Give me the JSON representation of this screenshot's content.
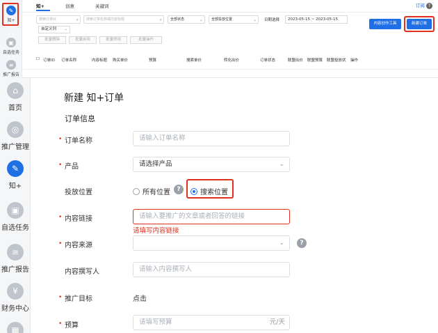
{
  "top": {
    "sidebar": [
      {
        "label": "知+",
        "icon": "pencil-icon",
        "active": true
      },
      {
        "label": "自选任务",
        "icon": "task-icon"
      },
      {
        "label": "推广报告",
        "icon": "report-icon"
      }
    ],
    "tabs": [
      "知+",
      "创意",
      "关键词"
    ],
    "help_label": "订阅",
    "help_glyph": "?",
    "filters": {
      "order_id_placeholder": "搜索订单id",
      "content_placeholder": "搜索订单名称或内容标题",
      "status": "全部状态",
      "position": "全部投放位置",
      "date_label": "日期选择",
      "date_range": "2023-05-15 ~ 2023-05-15",
      "custom_columns": "自定义列"
    },
    "buttons": {
      "content_tool": "内容创作工具",
      "new_order": "新建订单"
    },
    "batch_buttons": [
      "批量删除",
      "批量启用",
      "批量停用",
      "批量操作"
    ],
    "table_headers": [
      "订单ID",
      "订单名称",
      "内容标题",
      "购买单价",
      "预算",
      "搜索单价",
      "转化出价",
      "订单状态",
      "联盟出价",
      "联盟预算",
      "联盟投放状",
      "操作"
    ]
  },
  "sidebar": [
    {
      "label": "首页",
      "icon": "home-icon"
    },
    {
      "label": "推广管理",
      "icon": "promo-icon"
    },
    {
      "label": "知+",
      "icon": "pencil-icon",
      "active": true
    },
    {
      "label": "自选任务",
      "icon": "task-icon"
    },
    {
      "label": "推广报告",
      "icon": "report-icon"
    },
    {
      "label": "财务中心",
      "icon": "yen-icon",
      "glyph": "¥"
    }
  ],
  "form": {
    "title": "新建 知+订单",
    "section": "订单信息",
    "order_name": {
      "label": "订单名称",
      "placeholder": "请输入订单名称"
    },
    "product": {
      "label": "产品",
      "value": "请选择产品"
    },
    "placement": {
      "label": "投放位置",
      "options": [
        {
          "label": "所有位置",
          "selected": false
        },
        {
          "label": "搜索位置",
          "selected": true
        }
      ]
    },
    "content_link": {
      "label": "内容链接",
      "placeholder": "请输入要推广的文章或者回答的链接",
      "error": "请填写内容链接"
    },
    "content_source": {
      "label": "内容来源",
      "value": ""
    },
    "content_author": {
      "label": "内容撰写人",
      "placeholder": "请输入内容撰写人"
    },
    "target": {
      "label": "推广目标",
      "value": "点击"
    },
    "budget": {
      "label": "预算",
      "placeholder": "请填写预算",
      "suffix": "元/天"
    }
  }
}
